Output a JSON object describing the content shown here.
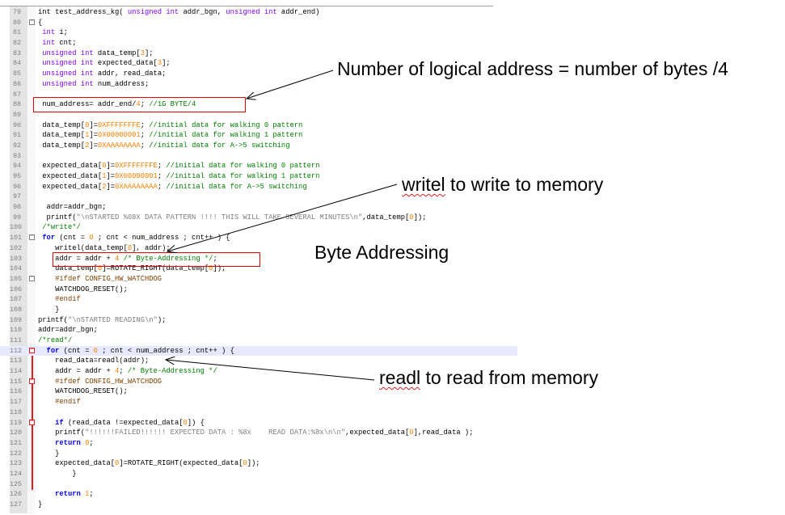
{
  "editor": {
    "highlighted_line": 112,
    "lines": [
      {
        "n": 79,
        "t": [
          [
            "",
            "int test_address_kg( "
          ],
          [
            "k",
            "unsigned"
          ],
          [
            "",
            " "
          ],
          [
            "k",
            "int"
          ],
          [
            "",
            " addr_bgn, "
          ],
          [
            "k",
            "unsigned"
          ],
          [
            "",
            " "
          ],
          [
            "k",
            "int"
          ],
          [
            "",
            " addr_end)"
          ]
        ]
      },
      {
        "n": 80,
        "fold": "minus",
        "t": [
          [
            "",
            "{"
          ]
        ]
      },
      {
        "n": 81,
        "t": [
          [
            "k",
            " int"
          ],
          [
            "",
            " i;"
          ]
        ]
      },
      {
        "n": 82,
        "t": [
          [
            "k",
            " int"
          ],
          [
            "",
            " cnt;"
          ]
        ]
      },
      {
        "n": 83,
        "t": [
          [
            "k",
            " unsigned int"
          ],
          [
            "",
            " data_temp["
          ],
          [
            "n",
            "3"
          ],
          [
            "",
            "];"
          ]
        ]
      },
      {
        "n": 84,
        "t": [
          [
            "k",
            " unsigned int"
          ],
          [
            "",
            " expected_data["
          ],
          [
            "n",
            "3"
          ],
          [
            "",
            "];"
          ]
        ]
      },
      {
        "n": 85,
        "t": [
          [
            "k",
            " unsigned int"
          ],
          [
            "",
            " addr, read_data;"
          ]
        ]
      },
      {
        "n": 86,
        "t": [
          [
            "k",
            " unsigned int"
          ],
          [
            "",
            " num_address;"
          ]
        ]
      },
      {
        "n": 87,
        "t": []
      },
      {
        "n": 88,
        "t": [
          [
            "",
            " num_address= addr_end/"
          ],
          [
            "n",
            "4"
          ],
          [
            "",
            "; "
          ],
          [
            "c",
            "//1G BYTE/4"
          ]
        ]
      },
      {
        "n": 89,
        "t": []
      },
      {
        "n": 90,
        "t": [
          [
            "",
            " data_temp["
          ],
          [
            "n",
            "0"
          ],
          [
            "",
            "]="
          ],
          [
            "n",
            "0XFFFFFFFE"
          ],
          [
            "",
            "; "
          ],
          [
            "c",
            "//initial data for walking 0 pattern"
          ]
        ]
      },
      {
        "n": 91,
        "t": [
          [
            "",
            " data_temp["
          ],
          [
            "n",
            "1"
          ],
          [
            "",
            "]="
          ],
          [
            "n",
            "0X00000001"
          ],
          [
            "",
            "; "
          ],
          [
            "c",
            "//initial data for walking 1 pattern"
          ]
        ]
      },
      {
        "n": 92,
        "t": [
          [
            "",
            " data_temp["
          ],
          [
            "n",
            "2"
          ],
          [
            "",
            "]="
          ],
          [
            "n",
            "0XAAAAAAAA"
          ],
          [
            "",
            "; "
          ],
          [
            "c",
            "//initial data for A->5 switching"
          ]
        ]
      },
      {
        "n": 93,
        "t": []
      },
      {
        "n": 94,
        "t": [
          [
            "",
            " expected_data["
          ],
          [
            "n",
            "0"
          ],
          [
            "",
            "]="
          ],
          [
            "n",
            "0XFFFFFFFE"
          ],
          [
            "",
            "; "
          ],
          [
            "c",
            "//initial data for walking 0 pattern"
          ]
        ]
      },
      {
        "n": 95,
        "t": [
          [
            "",
            " expected_data["
          ],
          [
            "n",
            "1"
          ],
          [
            "",
            "]="
          ],
          [
            "n",
            "0X00000001"
          ],
          [
            "",
            "; "
          ],
          [
            "c",
            "//initial data for walking 1 pattern"
          ]
        ]
      },
      {
        "n": 96,
        "t": [
          [
            "",
            " expected_data["
          ],
          [
            "n",
            "2"
          ],
          [
            "",
            "]="
          ],
          [
            "n",
            "0XAAAAAAAA"
          ],
          [
            "",
            "; "
          ],
          [
            "c",
            "//initial data for A->5 switching"
          ]
        ]
      },
      {
        "n": 97,
        "t": []
      },
      {
        "n": 98,
        "t": [
          [
            "",
            "  addr=addr_bgn;"
          ]
        ]
      },
      {
        "n": 99,
        "t": [
          [
            "",
            "  printf("
          ],
          [
            "s",
            "\"\\nSTARTED %08X DATA PATTERN !!!! THIS WILL TAKE SEVERAL MINUTES\\n\""
          ],
          [
            "",
            ",data_temp["
          ],
          [
            "n",
            "0"
          ],
          [
            "",
            "]);"
          ]
        ]
      },
      {
        "n": 100,
        "t": [
          [
            "c",
            " /*write*/"
          ]
        ]
      },
      {
        "n": 101,
        "fold": "minus",
        "t": [
          [
            "b",
            " for"
          ],
          [
            "",
            " (cnt = "
          ],
          [
            "n",
            "0"
          ],
          [
            "",
            " ; cnt < num_address ; cnt++ ) {"
          ]
        ]
      },
      {
        "n": 102,
        "t": [
          [
            "",
            "    writel(data_temp["
          ],
          [
            "n",
            "0"
          ],
          [
            "",
            "], addr);"
          ]
        ]
      },
      {
        "n": 103,
        "t": [
          [
            "",
            "    addr = addr + "
          ],
          [
            "n",
            "4"
          ],
          [
            "",
            " "
          ],
          [
            "c",
            "/* Byte-Addressing */"
          ],
          [
            "",
            ";"
          ]
        ]
      },
      {
        "n": 104,
        "t": [
          [
            "",
            "    data_temp["
          ],
          [
            "n",
            "0"
          ],
          [
            "",
            "]=ROTATE_RIGHT(data_temp["
          ],
          [
            "n",
            "0"
          ],
          [
            "",
            "]);"
          ]
        ]
      },
      {
        "n": 105,
        "fold": "minus",
        "t": [
          [
            "p",
            "    #ifdef CONFIG_HW_WATCHDOG"
          ]
        ]
      },
      {
        "n": 106,
        "t": [
          [
            "",
            "    WATCHDOG_RESET();"
          ]
        ]
      },
      {
        "n": 107,
        "t": [
          [
            "p",
            "    #endif"
          ]
        ]
      },
      {
        "n": 108,
        "t": [
          [
            "",
            "    }"
          ]
        ]
      },
      {
        "n": 109,
        "t": [
          [
            "",
            "printf("
          ],
          [
            "s",
            "\"\\nSTARTED READING\\n\""
          ],
          [
            "",
            ");"
          ]
        ]
      },
      {
        "n": 110,
        "t": [
          [
            "",
            "addr=addr_bgn;"
          ]
        ]
      },
      {
        "n": 111,
        "t": [
          [
            "c",
            "/*read*/"
          ]
        ]
      },
      {
        "n": 112,
        "fold": "red",
        "t": [
          [
            "b",
            "  for"
          ],
          [
            "",
            " (cnt = "
          ],
          [
            "n",
            "0"
          ],
          [
            "",
            " ; cnt < num_address ; cnt++ ) {"
          ]
        ]
      },
      {
        "n": 113,
        "t": [
          [
            "",
            "    read_data=readl(addr);"
          ]
        ]
      },
      {
        "n": 114,
        "t": [
          [
            "",
            "    addr = addr + "
          ],
          [
            "n",
            "4"
          ],
          [
            "",
            "; "
          ],
          [
            "c",
            "/* Byte-Addressing */"
          ]
        ]
      },
      {
        "n": 115,
        "fold": "red",
        "t": [
          [
            "p",
            "    #ifdef CONFIG_HW_WATCHDOG"
          ]
        ]
      },
      {
        "n": 116,
        "t": [
          [
            "",
            "    WATCHDOG_RESET();"
          ]
        ]
      },
      {
        "n": 117,
        "t": [
          [
            "p",
            "    #endif"
          ]
        ]
      },
      {
        "n": 118,
        "t": []
      },
      {
        "n": 119,
        "fold": "red",
        "t": [
          [
            "b",
            "    if"
          ],
          [
            "",
            " (read_data !=expected_data["
          ],
          [
            "n",
            "0"
          ],
          [
            "",
            "]) {"
          ]
        ]
      },
      {
        "n": 120,
        "t": [
          [
            "",
            "    printf("
          ],
          [
            "s",
            "\"!!!!!!FAILED!!!!!! EXPECTED DATA : %8x    READ DATA:%8x\\n\\n\""
          ],
          [
            "",
            ",expected_data["
          ],
          [
            "n",
            "0"
          ],
          [
            "",
            "],read_data );"
          ]
        ]
      },
      {
        "n": 121,
        "t": [
          [
            "b",
            "    return"
          ],
          [
            "",
            " "
          ],
          [
            "n",
            "0"
          ],
          [
            "",
            ";"
          ]
        ]
      },
      {
        "n": 122,
        "t": [
          [
            "",
            "    }"
          ]
        ]
      },
      {
        "n": 123,
        "t": [
          [
            "",
            "    expected_data["
          ],
          [
            "n",
            "0"
          ],
          [
            "",
            "]=ROTATE_RIGHT(expected_data["
          ],
          [
            "n",
            "0"
          ],
          [
            "",
            "]);"
          ]
        ]
      },
      {
        "n": 124,
        "t": [
          [
            "",
            "        }"
          ]
        ]
      },
      {
        "n": 125,
        "t": []
      },
      {
        "n": 126,
        "t": [
          [
            "b",
            "    return"
          ],
          [
            "",
            " "
          ],
          [
            "n",
            "1"
          ],
          [
            "",
            ";"
          ]
        ]
      },
      {
        "n": 127,
        "t": [
          [
            "",
            "}"
          ]
        ]
      }
    ]
  },
  "annotations": {
    "num_address_note": "Number of logical address = number of bytes /4",
    "writel_word": "writel",
    "writel_rest": " to write to memory",
    "byte_addressing_note": "Byte Addressing",
    "readl_word": "readl",
    "readl_rest": " to read from memory"
  },
  "colors": {
    "highlight_box": "#e00000",
    "keyword": "#8000ff",
    "number": "#ff8000",
    "comment": "#008000",
    "string": "#808080",
    "preprocessor": "#804000",
    "control": "#0000ff"
  }
}
